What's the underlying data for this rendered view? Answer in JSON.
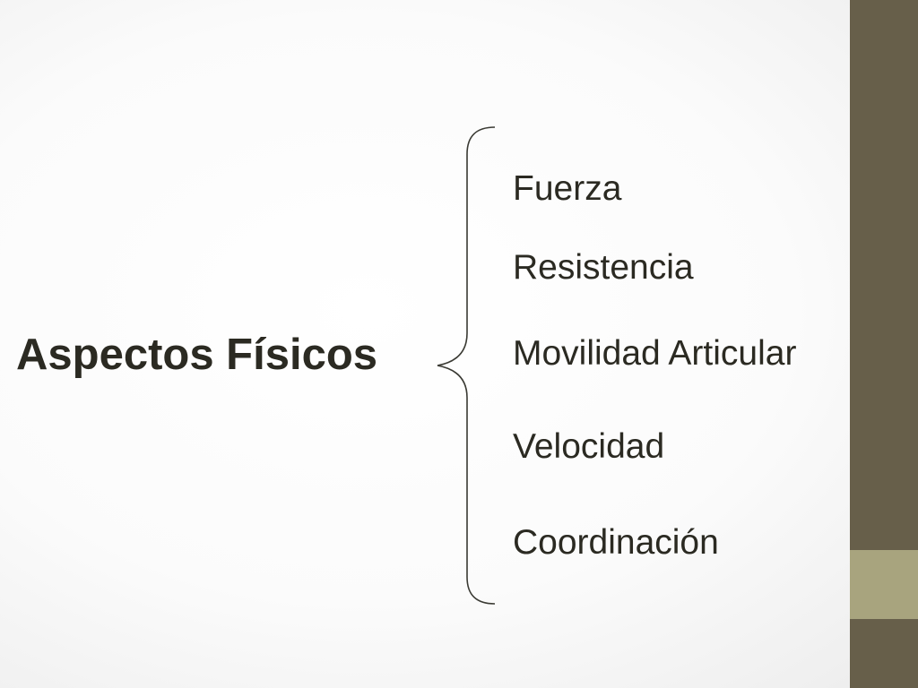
{
  "diagram": {
    "root_label": "Aspectos Físicos",
    "items": [
      {
        "label": "Fuerza"
      },
      {
        "label": "Resistencia"
      },
      {
        "label": "Movilidad Articular"
      },
      {
        "label": "Velocidad"
      },
      {
        "label": "Coordinación"
      }
    ]
  },
  "colors": {
    "text": "#2b2a22",
    "side_bar": "#675f4a",
    "side_accent": "#a8a47e",
    "brace": "#3a3a33"
  }
}
